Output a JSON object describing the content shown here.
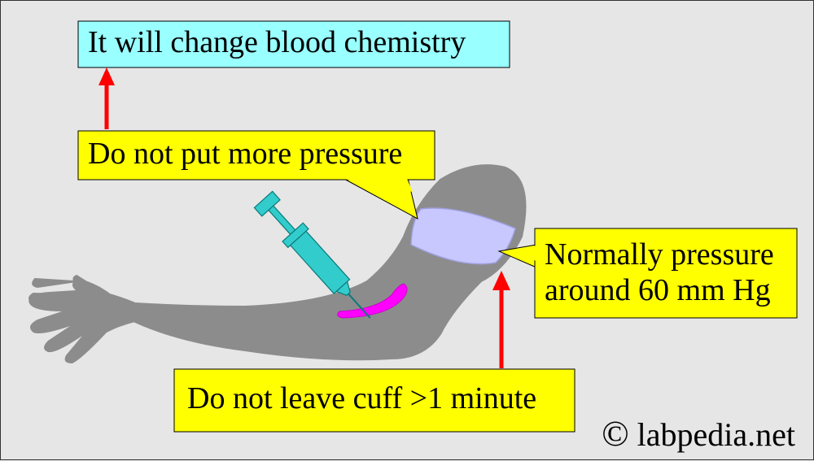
{
  "labels": {
    "chemistry": "It will change blood chemistry",
    "pressure": "Do not put more pressure",
    "normal_line1": "Normally pressure",
    "normal_line2": "around 60 mm Hg",
    "cuff_time": "Do not leave cuff >1 minute"
  },
  "brand": {
    "symbol": "©",
    "name": "labpedia.net"
  },
  "colors": {
    "background": "#e6e6e6",
    "arm": "#8c8c8c",
    "cuff": "#c8c8ff",
    "syringe": "#33cccc",
    "vein": "#ff00ff",
    "callout_yellow": "#ffff00",
    "callout_blue": "#99ffff",
    "arrow": "#ff0000"
  }
}
